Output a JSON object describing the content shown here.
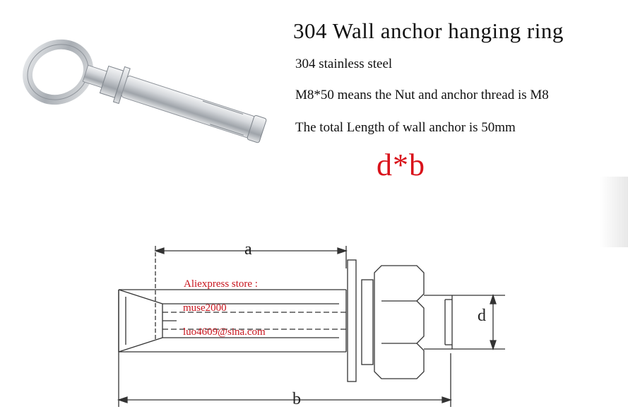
{
  "product": {
    "title": "304 Wall anchor hanging ring",
    "material": "304 stainless steel",
    "spec_note": "M8*50 means the Nut and anchor thread is M8",
    "length_note": "The total Length of wall anchor  is 50mm",
    "size_formula": "d*b"
  },
  "drawing": {
    "dim_a": "a",
    "dim_b": "b",
    "dim_d": "d"
  },
  "store": {
    "line1": "Aliexpress store :",
    "line2": "muse2000",
    "line3": "luo4609@sina.com"
  },
  "colors": {
    "accent": "#d9131b",
    "steel": "#c9ccd0"
  }
}
